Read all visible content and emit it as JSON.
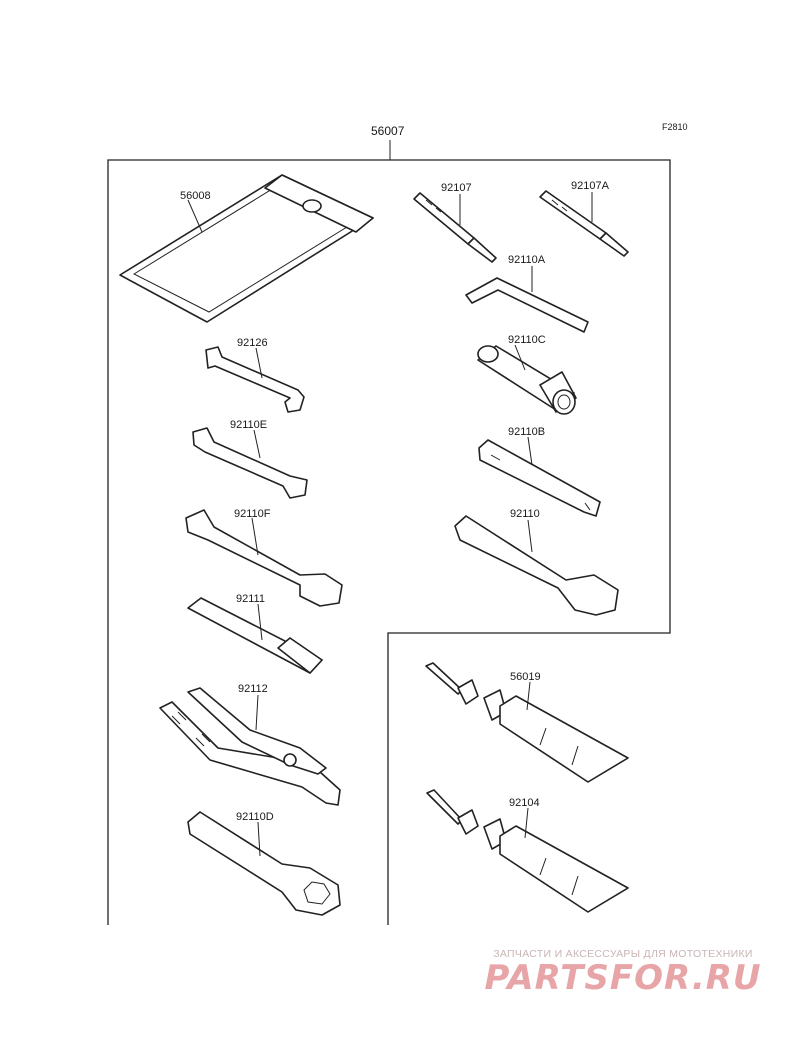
{
  "figure_code": "F2810",
  "assembly_label": "56007",
  "parts": [
    {
      "id": "case",
      "label": "56008"
    },
    {
      "id": "screwdriver",
      "label": "92107"
    },
    {
      "id": "screwdriver-a",
      "label": "92107A"
    },
    {
      "id": "hex-key",
      "label": "92110A"
    },
    {
      "id": "socket",
      "label": "92110C"
    },
    {
      "id": "spanner-8x10",
      "label": "92126"
    },
    {
      "id": "spoke-wrench",
      "label": "92110B"
    },
    {
      "id": "spanner-e",
      "label": "92110E"
    },
    {
      "id": "spanner-f",
      "label": "92110F"
    },
    {
      "id": "axle-wrench",
      "label": "92110"
    },
    {
      "id": "extension-bar",
      "label": "92111"
    },
    {
      "id": "pliers",
      "label": "92112"
    },
    {
      "id": "ring-wrench",
      "label": "92110D"
    },
    {
      "id": "grease-tube",
      "label": "56019"
    },
    {
      "id": "bond-tube",
      "label": "92104"
    }
  ],
  "watermark": {
    "caption": "ЗАПЧАСТИ И АКСЕССУАРЫ ДЛЯ МОТОТЕХНИКИ",
    "logo": "PARTSFOR.RU"
  }
}
